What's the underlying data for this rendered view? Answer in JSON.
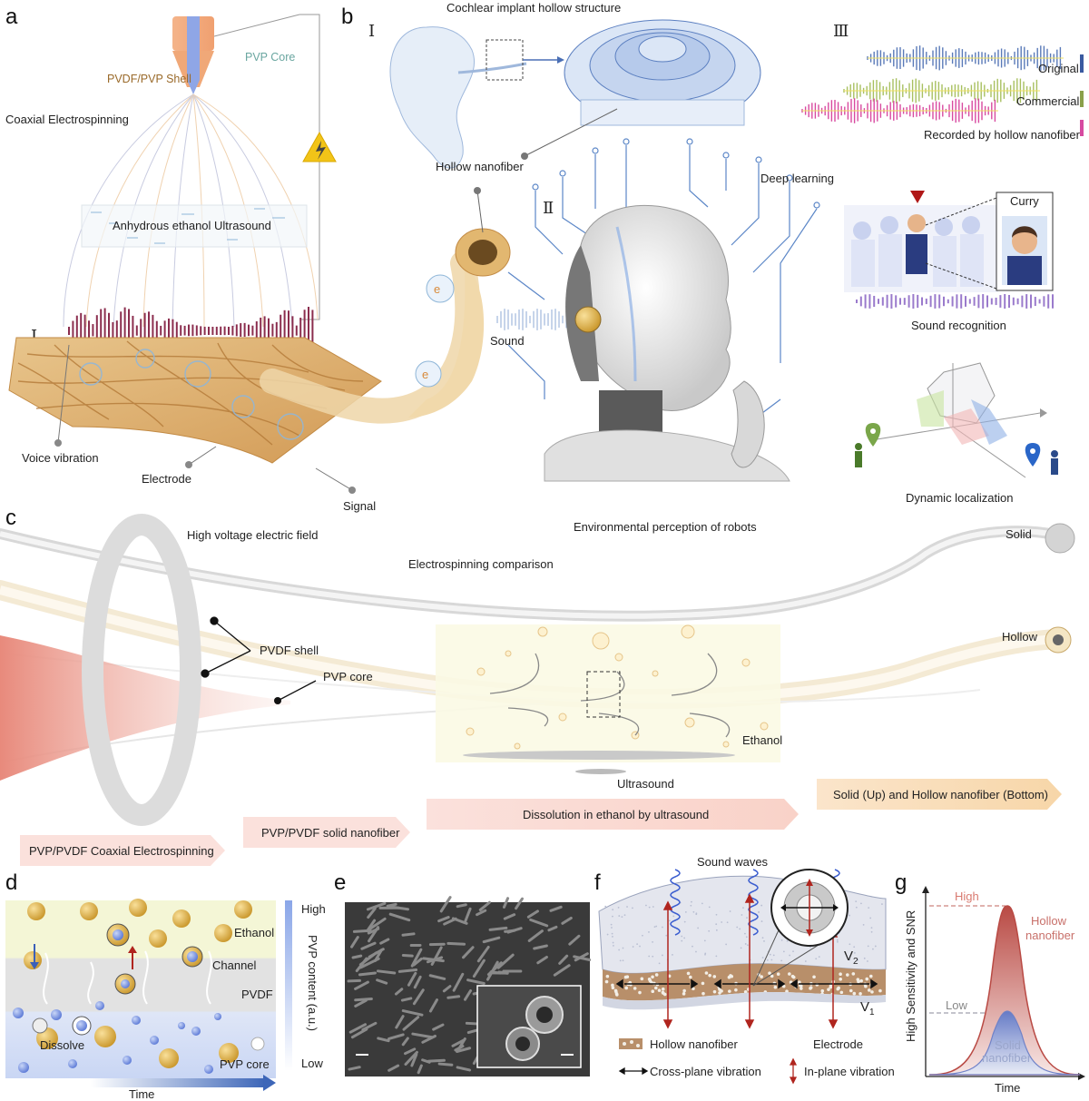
{
  "panels": {
    "a": "a",
    "b": "b",
    "c": "c",
    "d": "d",
    "e": "e",
    "f": "f",
    "g": "g"
  },
  "panel_a": {
    "pvp_core": "PVP Core",
    "shell": "PVDF/PVP Shell",
    "coaxial": "Coaxial Electrospinning",
    "ethanol_ultrasound": "Anhydrous ethanol Ultrasound",
    "roman_I": "Ⅰ",
    "voice_vibration": "Voice vibration",
    "electrode": "Electrode",
    "signal": "Signal"
  },
  "panel_b": {
    "cochlear": "Cochlear implant hollow structure",
    "roman_I": "Ⅰ",
    "roman_II": "Ⅱ",
    "roman_III": "Ⅲ",
    "hollow_nanofiber": "Hollow nanofiber",
    "deep_learning": "Deep learning",
    "sound": "Sound",
    "original": "Original",
    "commercial": "Commercial",
    "recorded": "Recorded by hollow nanofiber",
    "curry": "Curry",
    "sound_recognition": "Sound recognition",
    "dynamic_localization": "Dynamic localization",
    "environmental": "Environmental perception of robots"
  },
  "panel_c": {
    "high_voltage": "High voltage electric field",
    "comparison": "Electrospinning comparison",
    "solid": "Solid",
    "hollow": "Hollow",
    "pvdf_shell": "PVDF shell",
    "pvp_core": "PVP core",
    "ethanol": "Ethanol",
    "ultrasound": "Ultrasound",
    "step_solid_hollow": "Solid (Up) and Hollow nanofiber (Bottom)",
    "step_dissolution": "Dissolution in ethanol by ultrasound",
    "step_solid_nanofiber": "PVP/PVDF solid nanofiber",
    "step_coaxial": "PVP/PVDF Coaxial Electrospinning"
  },
  "panel_d": {
    "ethanol": "Ethanol",
    "channel": "Channel",
    "pvdf": "PVDF",
    "dissolve": "Dissolve",
    "pvp_core": "PVP core",
    "time": "Time",
    "high": "High",
    "low": "Low",
    "axis": "PVP content (a.u.)"
  },
  "panel_f": {
    "sound_waves": "Sound waves",
    "v2": "V",
    "v2_sub": "2",
    "v1": "V",
    "v1_sub": "1",
    "hollow_nanofiber": "Hollow nanofiber",
    "electrode": "Electrode",
    "cross_plane": "Cross-plane vibration",
    "in_plane": "In-plane vibration"
  },
  "panel_g": {
    "ylabel": "High Sensitivity and SNR",
    "xlabel": "Time",
    "high": "High",
    "low": "Low",
    "hollow_line1": "Hollow",
    "hollow_line2": "nanofiber",
    "solid_line1": "Solid",
    "solid_line2": "nanofiber"
  },
  "colors": {
    "fiber_tan": "#d9a86a",
    "wave_red": "#8b2d4e",
    "accent_blue": "#4a6fb5",
    "ethanol_yellow": "#f5f3cf",
    "pvp_blue": "#7c9ee0",
    "hollow_red": "#c2645e",
    "solid_blue": "#8fa2d6"
  }
}
